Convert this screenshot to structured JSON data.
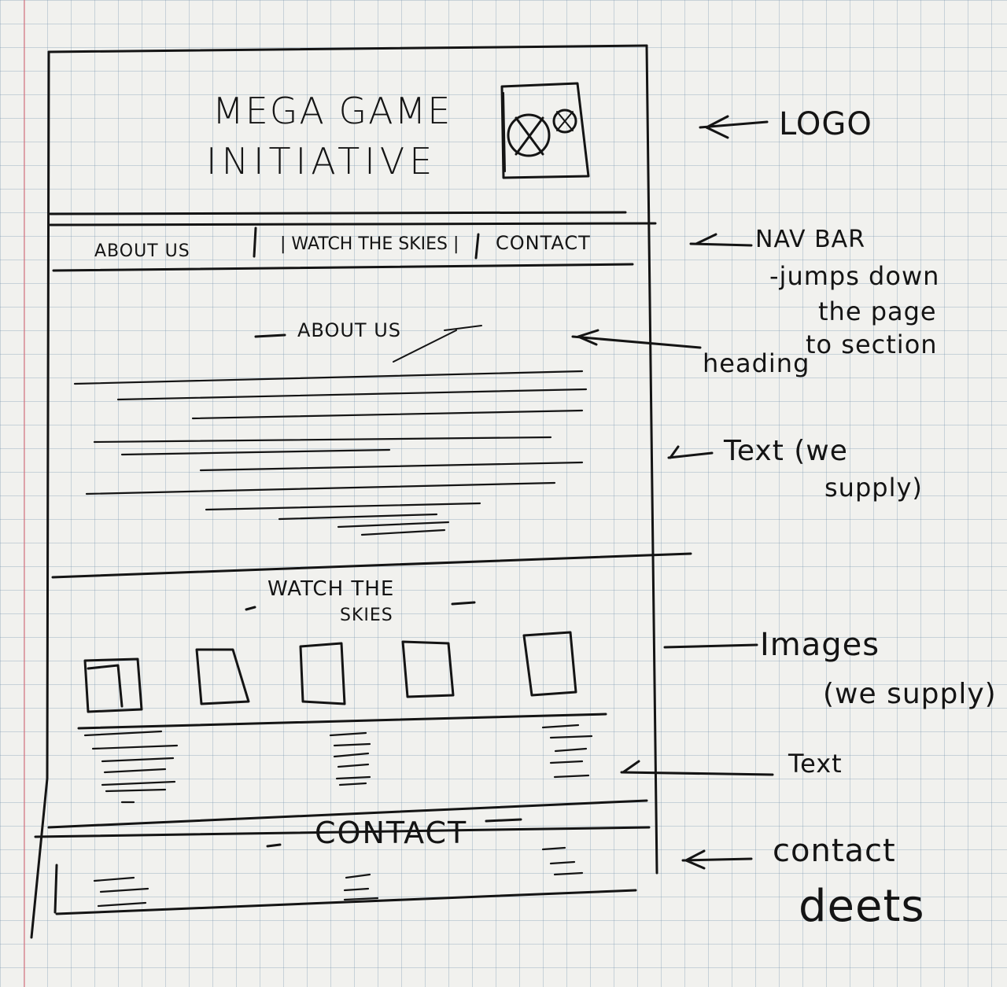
{
  "wireframe": {
    "title_line_1": "MEGA GAME",
    "title_line_2": "INITIATIVE",
    "logo_icon": "crossed-circles-logo-icon",
    "nav": {
      "about": "ABOUT US",
      "skies": "| WATCH THE SKIES |",
      "contact": "CONTACT"
    },
    "sections": {
      "about_heading": "ABOUT US",
      "skies_heading_line_1": "WATCH THE",
      "skies_heading_line_2": "SKIES",
      "contact_heading": "CONTACT"
    }
  },
  "annotations": {
    "logo": "LOGO",
    "nav_bar": "NAV BAR",
    "nav_note_1": "-jumps down",
    "nav_note_2": "the page",
    "nav_note_3": "to section",
    "heading": "heading",
    "text_line_1": "Text (we",
    "text_line_2": "supply)",
    "images_line_1": "Images",
    "images_line_2": "(we supply)",
    "text": "Text",
    "contact_line_1": "contact",
    "contact_line_2": "deets"
  },
  "colors": {
    "ink": "#141414",
    "paper": "#f1f1ee",
    "grid": "#7896af",
    "margin": "#dc6e78"
  }
}
